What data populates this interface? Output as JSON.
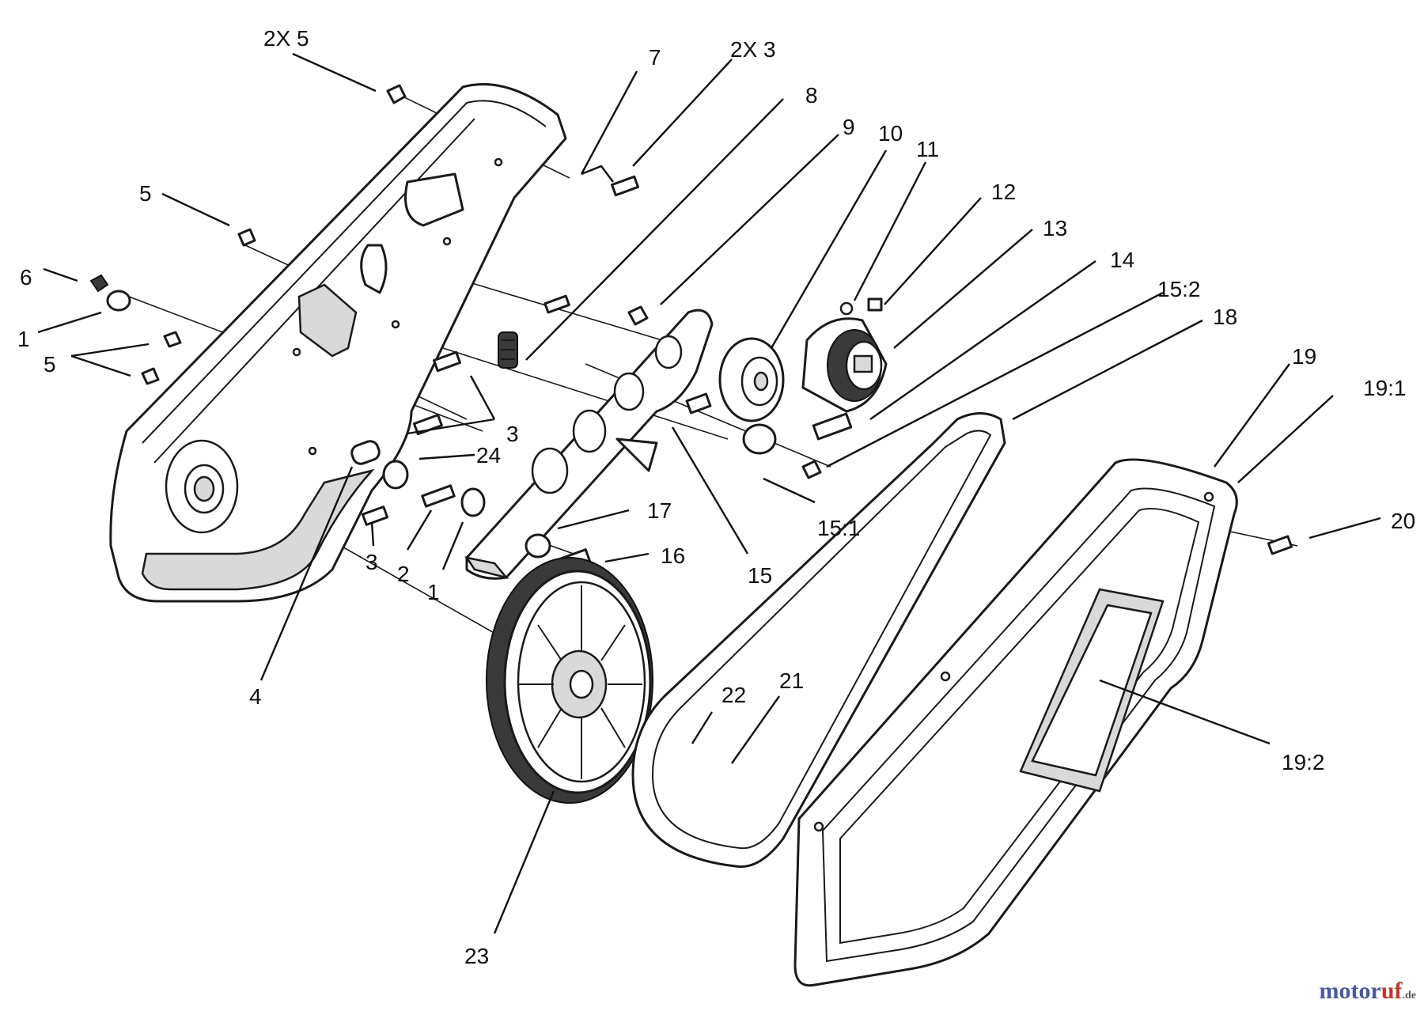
{
  "brand": {
    "name_main": "motor",
    "name_accent": "uf",
    "suffix": ".de"
  },
  "labels": [
    {
      "id": "2x5",
      "text": "2X 5"
    },
    {
      "id": "7",
      "text": "7"
    },
    {
      "id": "2x3",
      "text": "2X 3"
    },
    {
      "id": "8",
      "text": "8"
    },
    {
      "id": "9",
      "text": "9"
    },
    {
      "id": "10",
      "text": "10"
    },
    {
      "id": "11",
      "text": "11"
    },
    {
      "id": "12",
      "text": "12"
    },
    {
      "id": "13",
      "text": "13"
    },
    {
      "id": "14",
      "text": "14"
    },
    {
      "id": "15-2",
      "text": "15:2"
    },
    {
      "id": "18",
      "text": "18"
    },
    {
      "id": "19",
      "text": "19"
    },
    {
      "id": "19-1",
      "text": "19:1"
    },
    {
      "id": "20",
      "text": "20"
    },
    {
      "id": "5a",
      "text": "5"
    },
    {
      "id": "6",
      "text": "6"
    },
    {
      "id": "1a",
      "text": "1"
    },
    {
      "id": "5b",
      "text": "5"
    },
    {
      "id": "3a",
      "text": "3"
    },
    {
      "id": "24",
      "text": "24"
    },
    {
      "id": "17",
      "text": "17"
    },
    {
      "id": "16",
      "text": "16"
    },
    {
      "id": "15",
      "text": "15"
    },
    {
      "id": "15-1",
      "text": "15:1"
    },
    {
      "id": "3b",
      "text": "3"
    },
    {
      "id": "2",
      "text": "2"
    },
    {
      "id": "1b",
      "text": "1"
    },
    {
      "id": "4",
      "text": "4"
    },
    {
      "id": "22",
      "text": "22"
    },
    {
      "id": "21",
      "text": "21"
    },
    {
      "id": "19-2",
      "text": "19:2"
    },
    {
      "id": "23",
      "text": "23"
    }
  ]
}
